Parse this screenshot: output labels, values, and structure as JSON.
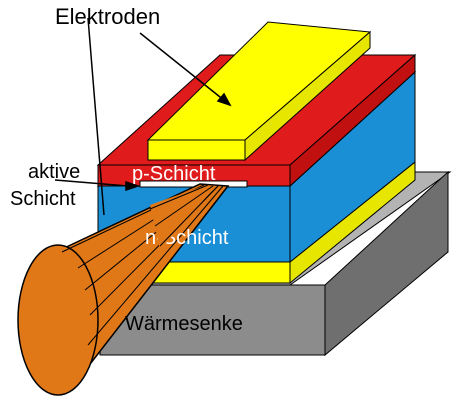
{
  "labels": {
    "electrodes": "Elektroden",
    "active_layer_line1": "aktive",
    "active_layer_line2": "Schicht",
    "p_layer": "p-Schicht",
    "n_layer": "n-Schicht",
    "heat_sink": "Wärmesenke"
  },
  "colors": {
    "heat_sink": "#8c8c8c",
    "electrode": "#ffff00",
    "p_layer": "#e01b1b",
    "n_layer": "#1a8fd6",
    "beam": "#e07818",
    "outline": "#000000"
  }
}
